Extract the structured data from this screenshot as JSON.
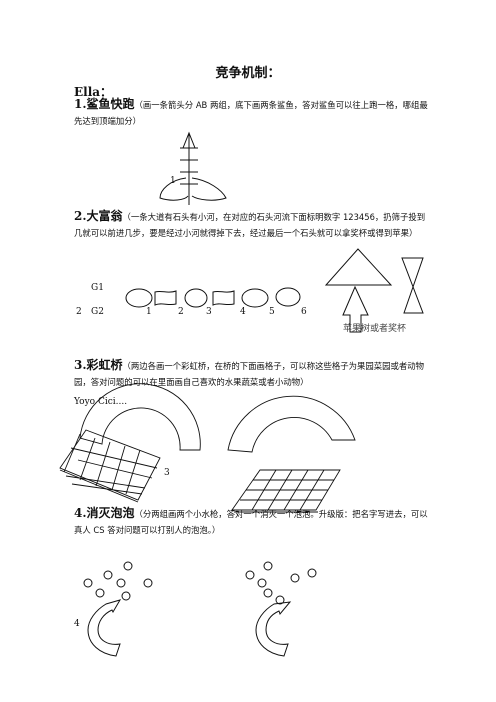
{
  "title": "竞争机制：",
  "author": "Ella：",
  "section1": {
    "heading": "1.鲨鱼快跑",
    "desc": "（画一条箭头分 AB 两组，底下画两条鲨鱼，答对鲨鱼可以往上跑一格，哪组最先达到顶端加分）",
    "label": "1"
  },
  "section2": {
    "heading": "2.大富翁",
    "desc": "（一条大道有石头有小河，在对应的石头河流下面标明数字 123456，扔筛子投到几就可以前进几步，要是经过小河就得掉下去，经过最后一个石头就可以拿奖杯或得到苹果）",
    "g1": "G1",
    "two": "2",
    "g2": "G2",
    "steps": [
      "1",
      "2",
      "3",
      "4",
      "5",
      "6"
    ],
    "caption": "苹果树或者奖杯"
  },
  "section3": {
    "heading": "3.彩虹桥",
    "desc": "（两边各画一个彩虹桥，在桥的下面画格子，可以称这些格子为果园菜园或者动物园，答对问题的可以在里面画自己喜欢的水果蔬菜或者小动物）",
    "names": "Yoyo     Cici....",
    "label": "3"
  },
  "section4": {
    "heading": "4.消灭泡泡",
    "desc": "（分两组画两个小水枪，答对一个消灭一个泡泡。升级版：把名字写进去，可以真人 CS 答对问题可以打别人的泡泡。）",
    "label": "4"
  }
}
